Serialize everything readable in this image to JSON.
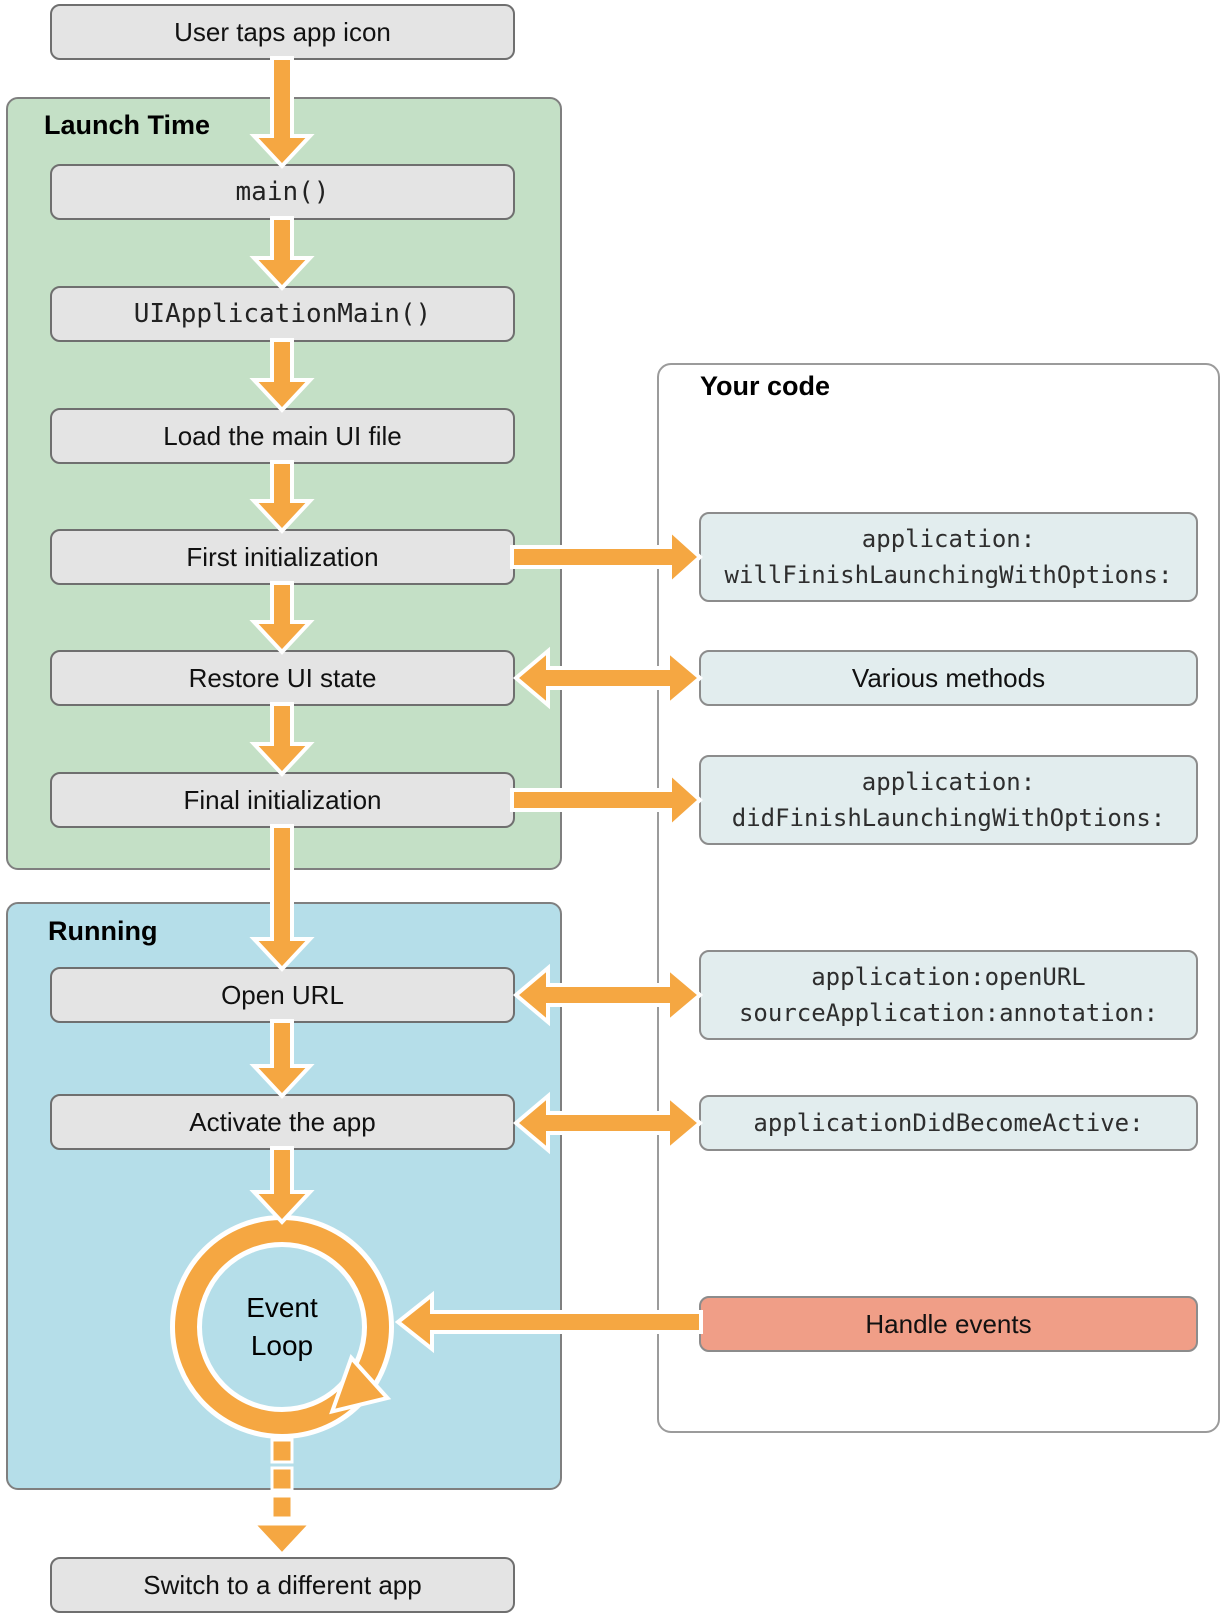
{
  "colors": {
    "arrow": "#F5A742",
    "launch_bg": "#C4E0C6",
    "running_bg": "#B5DEE9",
    "step_bg": "#E4E4E4",
    "code_bg": "#E2EDEE",
    "handle_bg": "#F09E87"
  },
  "flow": {
    "start": {
      "label": "User taps app icon"
    },
    "launch_time": {
      "title": "Launch Time",
      "steps": [
        {
          "label": "main()"
        },
        {
          "label": "UIApplicationMain()"
        },
        {
          "label": "Load the main UI file"
        },
        {
          "label": "First initialization"
        },
        {
          "label": "Restore UI state"
        },
        {
          "label": "Final initialization"
        }
      ]
    },
    "running": {
      "title": "Running",
      "steps": [
        {
          "label": "Open URL"
        },
        {
          "label": "Activate the app"
        }
      ],
      "event_loop": {
        "line1": "Event",
        "line2": "Loop"
      }
    },
    "end": {
      "label": "Switch to a different app"
    }
  },
  "your_code": {
    "title": "Your code",
    "callbacks": [
      {
        "line1": "application:",
        "line2": "willFinishLaunchingWithOptions:"
      },
      {
        "line1": "Various methods"
      },
      {
        "line1": "application:",
        "line2": "didFinishLaunchingWithOptions:"
      },
      {
        "line1": "application:openURL",
        "line2": "sourceApplication:annotation:"
      },
      {
        "line1": "applicationDidBecomeActive:"
      },
      {
        "line1": "Handle events"
      }
    ]
  }
}
